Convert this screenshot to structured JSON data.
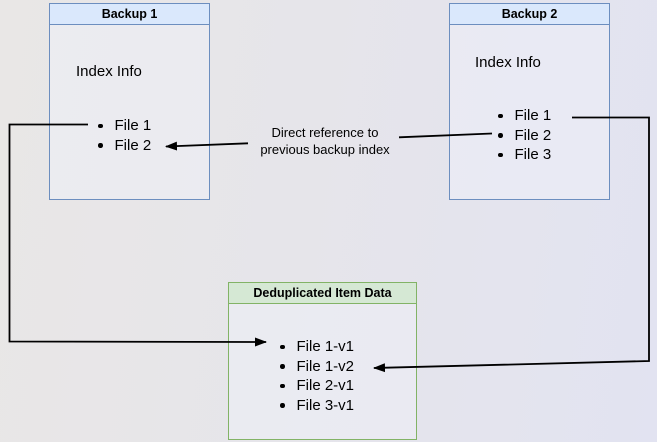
{
  "diagram": {
    "backup1": {
      "title": "Backup 1",
      "section_label": "Index Info",
      "items": [
        "File 1",
        "File 2"
      ]
    },
    "backup2": {
      "title": "Backup 2",
      "section_label": "Index Info",
      "items": [
        "File 1",
        "File 2",
        "File 3"
      ]
    },
    "dedup": {
      "title": "Deduplicated Item Data",
      "items": [
        "File 1-v1",
        "File 1-v2",
        "File 2-v1",
        "File 3-v1"
      ]
    },
    "edge_label": {
      "line1": "Direct reference to",
      "line2": "previous backup index"
    },
    "colors": {
      "blue_header_fill": "#dae8fc",
      "blue_border": "#6c8ebf",
      "green_header_fill": "#d5e8d4",
      "green_border": "#82b366",
      "connector": "#000000"
    }
  }
}
